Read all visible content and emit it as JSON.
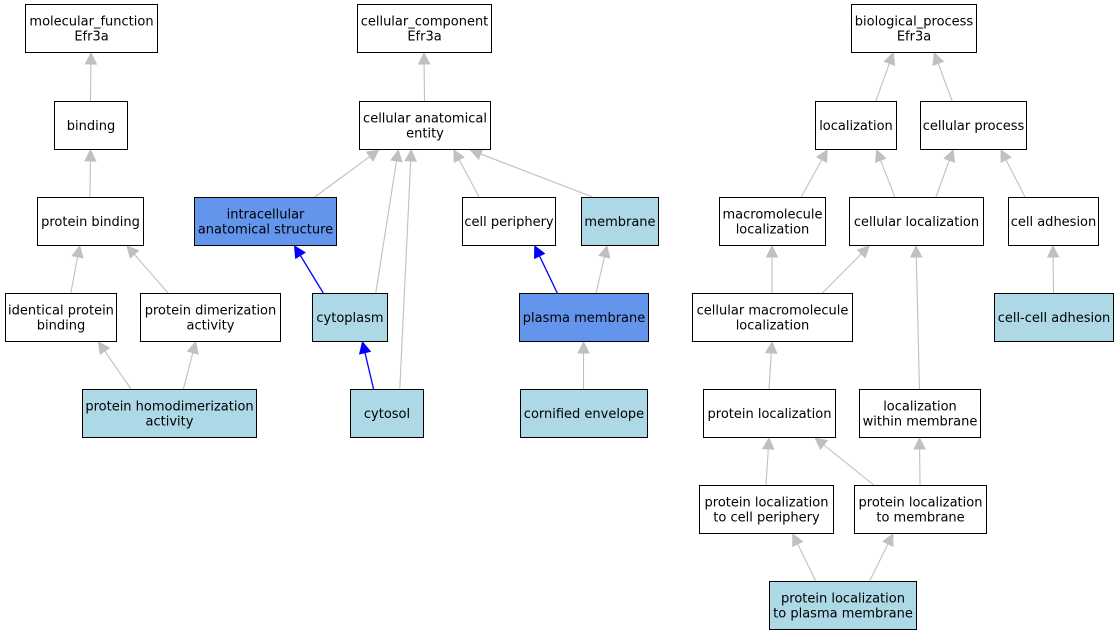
{
  "colors": {
    "default_fill": "#ffffff",
    "light_fill": "#add8e6",
    "highlight_fill": "#6495ed",
    "edge_gray": "#c0c0c0",
    "edge_blue": "#0000ff",
    "stroke": "#000000"
  },
  "nodes": [
    {
      "id": "mf_root",
      "lines": [
        "molecular_function",
        "Efr3a"
      ],
      "fill": "default"
    },
    {
      "id": "binding",
      "lines": [
        "binding"
      ],
      "fill": "default"
    },
    {
      "id": "protein_binding",
      "lines": [
        "protein binding"
      ],
      "fill": "default"
    },
    {
      "id": "identical_protein_binding",
      "lines": [
        "identical protein",
        "binding"
      ],
      "fill": "default"
    },
    {
      "id": "protein_dimerization_activity",
      "lines": [
        "protein dimerization",
        "activity"
      ],
      "fill": "default"
    },
    {
      "id": "protein_homodimerization_activity",
      "lines": [
        "protein homodimerization",
        "activity"
      ],
      "fill": "light"
    },
    {
      "id": "cc_root",
      "lines": [
        "cellular_component",
        "Efr3a"
      ],
      "fill": "default"
    },
    {
      "id": "cellular_anatomical_entity",
      "lines": [
        "cellular anatomical",
        "entity"
      ],
      "fill": "default"
    },
    {
      "id": "intracellular_anatomical_structure",
      "lines": [
        "intracellular",
        "anatomical structure"
      ],
      "fill": "highlight"
    },
    {
      "id": "cytoplasm",
      "lines": [
        "cytoplasm"
      ],
      "fill": "light"
    },
    {
      "id": "cytosol",
      "lines": [
        "cytosol"
      ],
      "fill": "light"
    },
    {
      "id": "cell_periphery",
      "lines": [
        "cell periphery"
      ],
      "fill": "default"
    },
    {
      "id": "membrane",
      "lines": [
        "membrane"
      ],
      "fill": "light"
    },
    {
      "id": "plasma_membrane",
      "lines": [
        "plasma membrane"
      ],
      "fill": "highlight"
    },
    {
      "id": "cornified_envelope",
      "lines": [
        "cornified envelope"
      ],
      "fill": "light"
    },
    {
      "id": "bp_root",
      "lines": [
        "biological_process",
        "Efr3a"
      ],
      "fill": "default"
    },
    {
      "id": "localization",
      "lines": [
        "localization"
      ],
      "fill": "default"
    },
    {
      "id": "cellular_process",
      "lines": [
        "cellular process"
      ],
      "fill": "default"
    },
    {
      "id": "macromolecule_localization",
      "lines": [
        "macromolecule",
        "localization"
      ],
      "fill": "default"
    },
    {
      "id": "cellular_localization",
      "lines": [
        "cellular localization"
      ],
      "fill": "default"
    },
    {
      "id": "cell_adhesion",
      "lines": [
        "cell adhesion"
      ],
      "fill": "default"
    },
    {
      "id": "cell_cell_adhesion",
      "lines": [
        "cell-cell adhesion"
      ],
      "fill": "light"
    },
    {
      "id": "cellular_macromolecule_localization",
      "lines": [
        "cellular macromolecule",
        "localization"
      ],
      "fill": "default"
    },
    {
      "id": "protein_localization",
      "lines": [
        "protein localization"
      ],
      "fill": "default"
    },
    {
      "id": "localization_within_membrane",
      "lines": [
        "localization",
        "within membrane"
      ],
      "fill": "default"
    },
    {
      "id": "protein_localization_to_cell_periphery",
      "lines": [
        "protein localization",
        "to cell periphery"
      ],
      "fill": "default"
    },
    {
      "id": "protein_localization_to_membrane",
      "lines": [
        "protein localization",
        "to membrane"
      ],
      "fill": "default"
    },
    {
      "id": "protein_localization_to_plasma_membrane",
      "lines": [
        "protein localization",
        "to plasma membrane"
      ],
      "fill": "light"
    }
  ],
  "edges": [
    {
      "from": "binding",
      "to": "mf_root",
      "color": "gray"
    },
    {
      "from": "protein_binding",
      "to": "binding",
      "color": "gray"
    },
    {
      "from": "identical_protein_binding",
      "to": "protein_binding",
      "color": "gray"
    },
    {
      "from": "protein_dimerization_activity",
      "to": "protein_binding",
      "color": "gray"
    },
    {
      "from": "protein_homodimerization_activity",
      "to": "identical_protein_binding",
      "color": "gray"
    },
    {
      "from": "protein_homodimerization_activity",
      "to": "protein_dimerization_activity",
      "color": "gray"
    },
    {
      "from": "cellular_anatomical_entity",
      "to": "cc_root",
      "color": "gray"
    },
    {
      "from": "intracellular_anatomical_structure",
      "to": "cellular_anatomical_entity",
      "color": "gray"
    },
    {
      "from": "cytoplasm",
      "to": "cellular_anatomical_entity",
      "color": "gray"
    },
    {
      "from": "cytosol",
      "to": "cellular_anatomical_entity",
      "color": "gray"
    },
    {
      "from": "cell_periphery",
      "to": "cellular_anatomical_entity",
      "color": "gray"
    },
    {
      "from": "membrane",
      "to": "cellular_anatomical_entity",
      "color": "gray"
    },
    {
      "from": "cytoplasm",
      "to": "intracellular_anatomical_structure",
      "color": "blue"
    },
    {
      "from": "cytosol",
      "to": "cytoplasm",
      "color": "blue"
    },
    {
      "from": "plasma_membrane",
      "to": "cell_periphery",
      "color": "blue"
    },
    {
      "from": "plasma_membrane",
      "to": "membrane",
      "color": "gray"
    },
    {
      "from": "cornified_envelope",
      "to": "plasma_membrane",
      "color": "gray"
    },
    {
      "from": "localization",
      "to": "bp_root",
      "color": "gray"
    },
    {
      "from": "cellular_process",
      "to": "bp_root",
      "color": "gray"
    },
    {
      "from": "macromolecule_localization",
      "to": "localization",
      "color": "gray"
    },
    {
      "from": "cellular_localization",
      "to": "localization",
      "color": "gray"
    },
    {
      "from": "cellular_localization",
      "to": "cellular_process",
      "color": "gray"
    },
    {
      "from": "cell_adhesion",
      "to": "cellular_process",
      "color": "gray"
    },
    {
      "from": "cell_cell_adhesion",
      "to": "cell_adhesion",
      "color": "gray"
    },
    {
      "from": "cellular_macromolecule_localization",
      "to": "macromolecule_localization",
      "color": "gray"
    },
    {
      "from": "cellular_macromolecule_localization",
      "to": "cellular_localization",
      "color": "gray"
    },
    {
      "from": "protein_localization",
      "to": "cellular_macromolecule_localization",
      "color": "gray"
    },
    {
      "from": "localization_within_membrane",
      "to": "cellular_localization",
      "color": "gray"
    },
    {
      "from": "protein_localization_to_cell_periphery",
      "to": "protein_localization",
      "color": "gray"
    },
    {
      "from": "protein_localization_to_membrane",
      "to": "protein_localization",
      "color": "gray"
    },
    {
      "from": "protein_localization_to_membrane",
      "to": "localization_within_membrane",
      "color": "gray"
    },
    {
      "from": "protein_localization_to_plasma_membrane",
      "to": "protein_localization_to_cell_periphery",
      "color": "gray"
    },
    {
      "from": "protein_localization_to_plasma_membrane",
      "to": "protein_localization_to_membrane",
      "color": "gray"
    }
  ]
}
